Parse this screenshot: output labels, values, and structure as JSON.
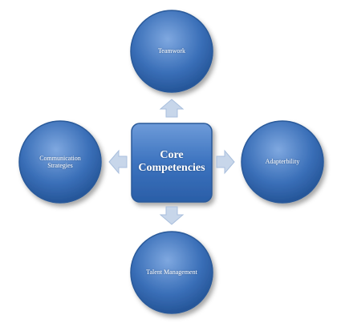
{
  "diagram": {
    "center": {
      "label": "Core Competencies"
    },
    "nodes": {
      "top": {
        "label": "Teamwork"
      },
      "right": {
        "label": "Adapterbility"
      },
      "bottom": {
        "label": "Talent Management"
      },
      "left": {
        "label": "Communication Strategies"
      }
    }
  },
  "colors": {
    "node_fill_light": "#6f9ad8",
    "node_fill_dark": "#1d4f91",
    "node_stroke": "#2a5a9a",
    "arrow_fill": "#c7d6ea",
    "arrow_stroke": "#a9bfdd"
  }
}
